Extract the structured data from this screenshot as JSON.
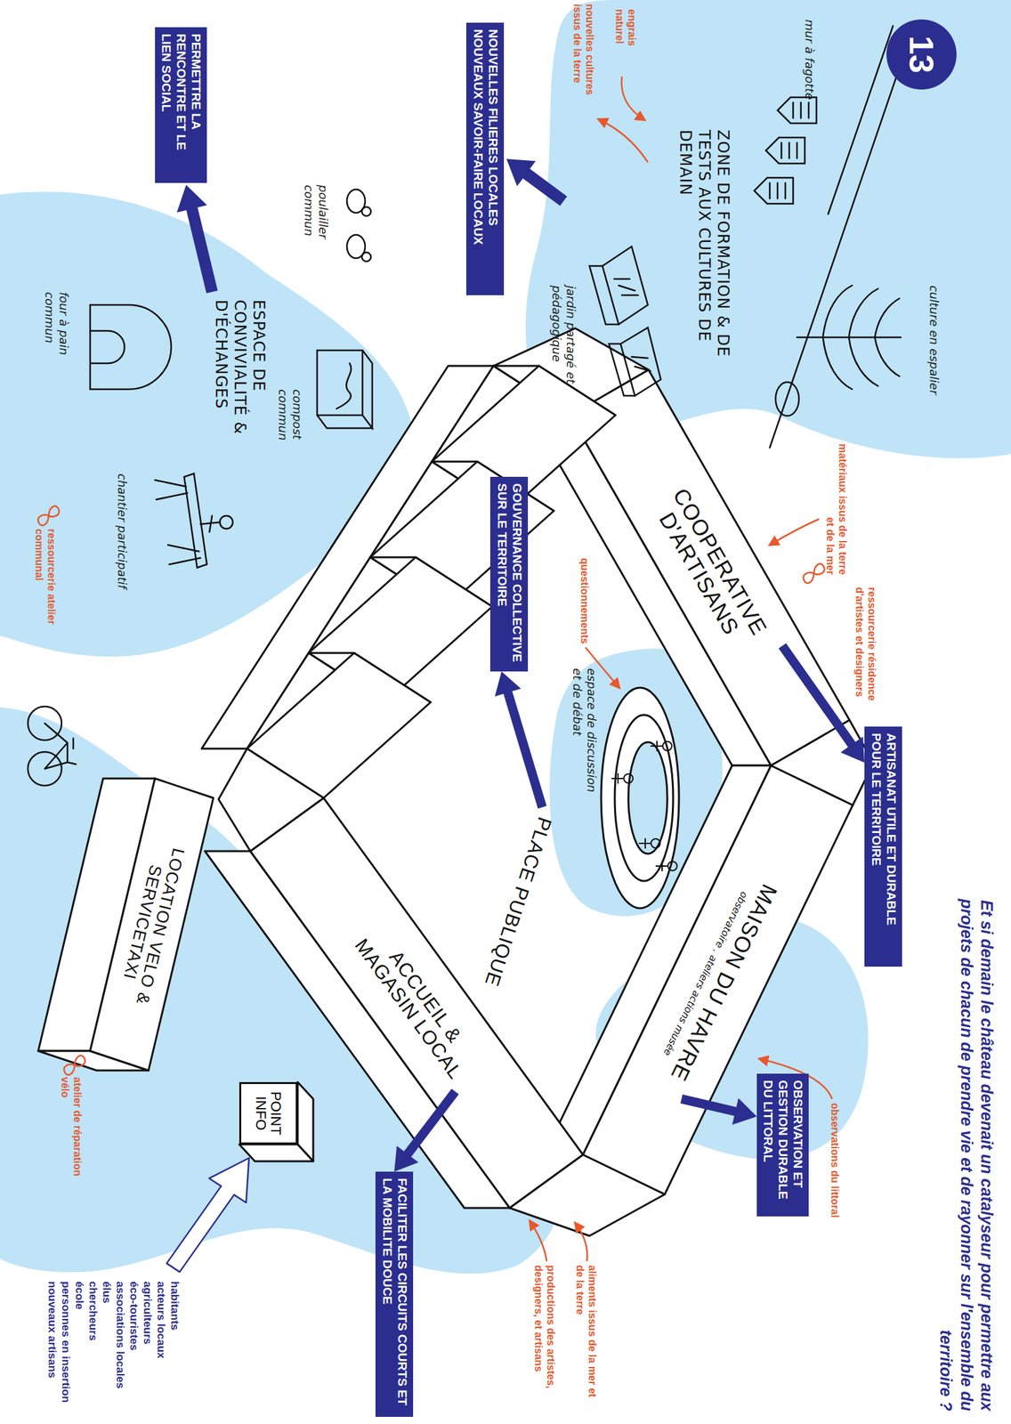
{
  "diagram": {
    "title": "Et si demain le château devenait un catalyseur pour permettre aux projets de chacun de prendre vie et de rayonner sur l'ensemble du territoire ?",
    "nodes": [
      {
        "text": [
          "13"
        ]
      },
      {
        "text": [
          "PERMETTRE LA RENCONTRE ET LE LIEN SOCIAL"
        ]
      },
      {
        "text": [
          "NOUVELLES FILIERES LOCALES NOUVEAUX SAVOIR-FAIRE LOCAUX"
        ]
      },
      {
        "text": [
          "COOPERATIVE D'ARTISANS"
        ]
      },
      {
        "text": [
          "GOUVERNANCE COLLECTIVE SUR LE TERRITOIRE"
        ]
      },
      {
        "text": [
          "ARTISANAT UTILE ET DURABLE POUR LE TERRITOIRE"
        ]
      },
      {
        "text": [
          "PLACE PUBLIQUE"
        ]
      },
      {
        "text": [
          "MAISON DU HAVRE",
          "observatoire . ateliers actions musée"
        ]
      },
      {
        "text": [
          "ACCUEIL & MAGASIN LOCAL"
        ]
      },
      {
        "text": [
          "LOCATION VELO & SERVICETAXI"
        ]
      },
      {
        "text": [
          "POINT INFO"
        ]
      },
      {
        "text": [
          "OBSERVATION ET GESTION DURABLE DU LITTORAL"
        ]
      },
      {
        "text": [
          "FACILITER LES CIRCUITS COURTS ET LA MOBILITE DOUCE"
        ]
      }
    ],
    "edges": [
      {
        "from": 3,
        "to": 5,
        "arrow": "to"
      },
      {
        "from": 6,
        "to": 4,
        "arrow": "to"
      },
      {
        "from": 7,
        "to": 11,
        "arrow": "to"
      },
      {
        "from": 8,
        "to": 12,
        "arrow": "to"
      }
    ],
    "labels": [
      "mur à fagotte",
      "culture en espalier",
      "ZONE DE FORMATION & DE TESTS AUX CULTURES DE DEMAIN",
      "engrais naturel",
      "nouvelles cultures issus de la terre",
      "jardin partagé et pédagogique",
      "matériaux issus de la terre et de la mer",
      "ressourcerie résidence d'artistes et designers",
      "poulailler commun",
      "compost commun",
      "ESPACE DE CONVIVIALITÉ & D'ÉCHANGES",
      "four à pain commun",
      "chantier participatif",
      "ressourcerie atelier communal",
      "questionnements",
      "espace de discussion et de débat",
      "observations du littoral",
      "atelier de réparation vélo",
      "aliments issus de la mer et de la terre",
      "productions des artistes, designers, et artisans",
      "habitants",
      "acteurs locaux",
      "agriculteurs",
      "éco-touristes",
      "associations locales",
      "élus",
      "chercheurs",
      "école",
      "personnes en insertion",
      "nouveaux artisans"
    ]
  }
}
